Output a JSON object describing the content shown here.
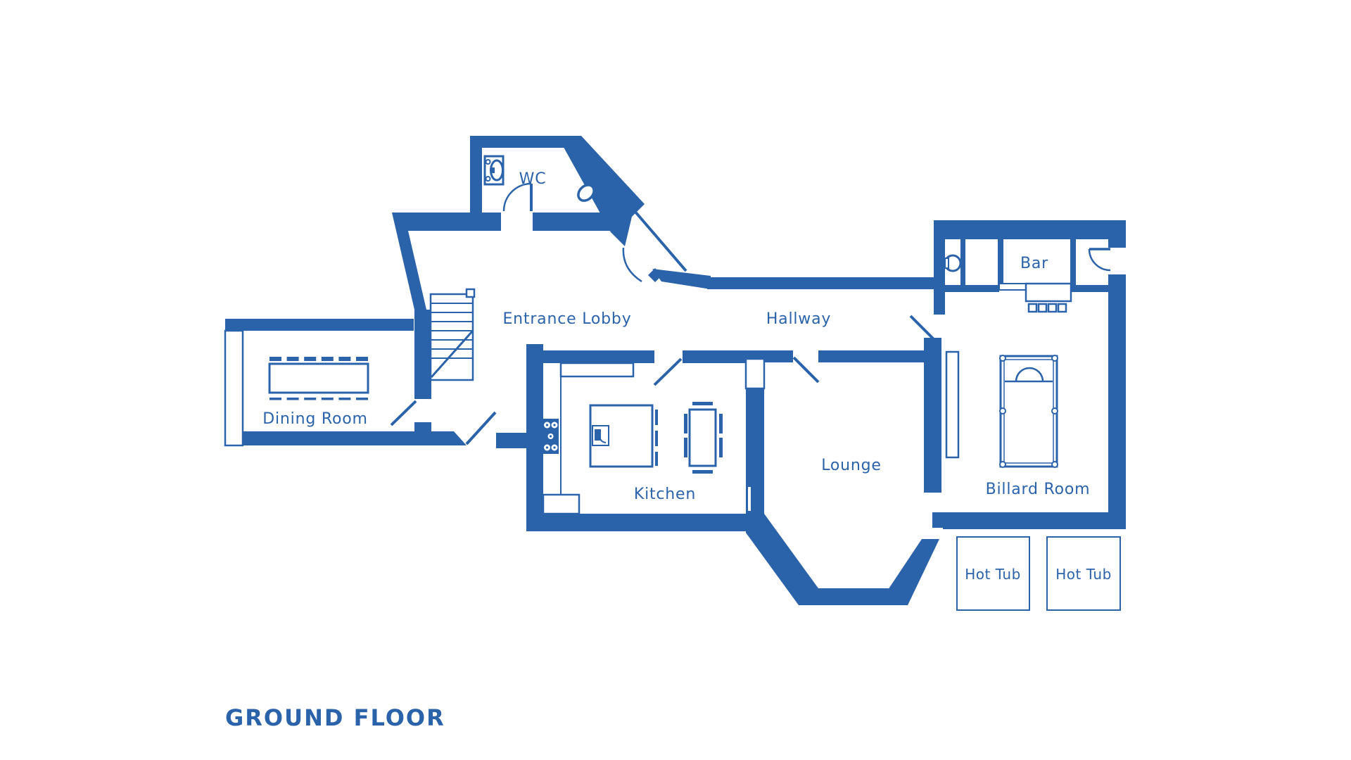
{
  "title": "GROUND FLOOR",
  "colors": {
    "plan_blue": "#2b63ab"
  },
  "rooms": {
    "wc": "WC",
    "entrance_lobby": "Entrance Lobby",
    "hallway": "Hallway",
    "dining_room": "Dining Room",
    "kitchen": "Kitchen",
    "lounge": "Lounge",
    "billard_room": "Billard Room",
    "bar": "Bar",
    "hot_tub_1": "Hot Tub",
    "hot_tub_2": "Hot Tub"
  }
}
